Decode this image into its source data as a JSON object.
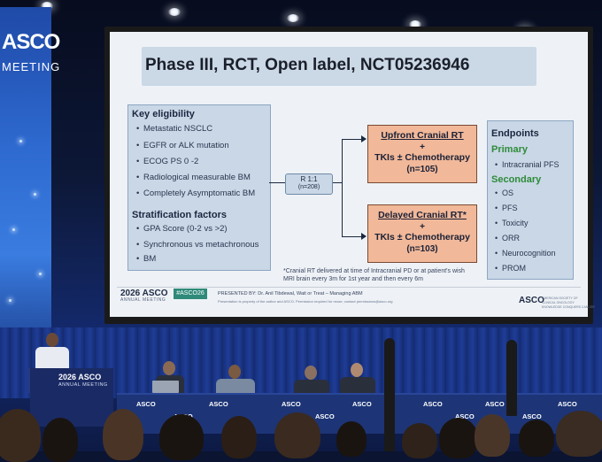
{
  "scene": {
    "venue_banner": {
      "line1": "ASCO",
      "line2": "MEETING"
    },
    "podium": {
      "line1": "2026 ASCO",
      "line2": "ANNUAL MEETING"
    },
    "table_logo": "ASCO"
  },
  "slide": {
    "title": "Phase III, RCT, Open label, NCT05236946",
    "eligibility": {
      "heading": "Key eligibility",
      "items": [
        "Metastatic NSCLC",
        "EGFR or ALK mutation",
        "ECOG PS 0 -2",
        "Radiological measurable BM",
        "Completely Asymptomatic BM"
      ],
      "strat_heading": "Stratification factors",
      "strat_items": [
        "GPA Score (0-2 vs >2)",
        "Synchronous vs metachronous"
      ],
      "strat_cont": "BM"
    },
    "randomization": {
      "label": "R 1:1",
      "n": "(n=208)"
    },
    "arms": [
      {
        "title": "Upfront Cranial RT",
        "plus": "+",
        "therapy": "TKIs ± Chemotherapy",
        "n": "(n=105)"
      },
      {
        "title": "Delayed Cranial RT*",
        "plus": "+",
        "therapy": "TKIs ± Chemotherapy",
        "n": "(n=103)"
      }
    ],
    "endpoints": {
      "heading": "Endpoints",
      "primary_label": "Primary",
      "primary": [
        "Intracranial PFS"
      ],
      "secondary_label": "Secondary",
      "secondary": [
        "OS",
        "PFS",
        "Toxicity",
        "ORR",
        "Neurocognition",
        "PROM"
      ]
    },
    "footnote": {
      "line1": "*Cranial RT delivered at time of Intracranial PD or at patient's wish",
      "line2": "MRI brain every 3m for 1st year and then every 6m"
    },
    "footer": {
      "logo": "2026 ASCO",
      "logo_sub": "ANNUAL MEETING",
      "hashtag": "#ASCO26",
      "presenter": "PRESENTED BY:  Dr. Anil Tibdewal, Wait or Treat – Managing ABM",
      "note": "Presentation is property of the author and ASCO. Permission required for reuse; contact permissions@asco.org",
      "right_logo": "ASCO",
      "right_sub1": "AMERICAN SOCIETY OF",
      "right_sub2": "CLINICAL ONCOLOGY",
      "right_sub3": "KNOWLEDGE CONQUERS CANCER"
    }
  },
  "colors": {
    "slide_bg": "#eef2f6",
    "box_blue": "#c9d7e6",
    "arm_orange": "#f1b899",
    "green_label": "#2e8b3a",
    "stage_blue": "#1f3d96"
  }
}
